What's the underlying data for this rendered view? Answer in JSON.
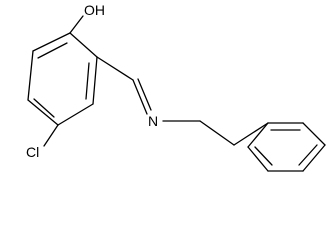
{
  "molecule": {
    "atoms": {
      "oh": "OH",
      "cl": "Cl",
      "n": "N"
    }
  }
}
